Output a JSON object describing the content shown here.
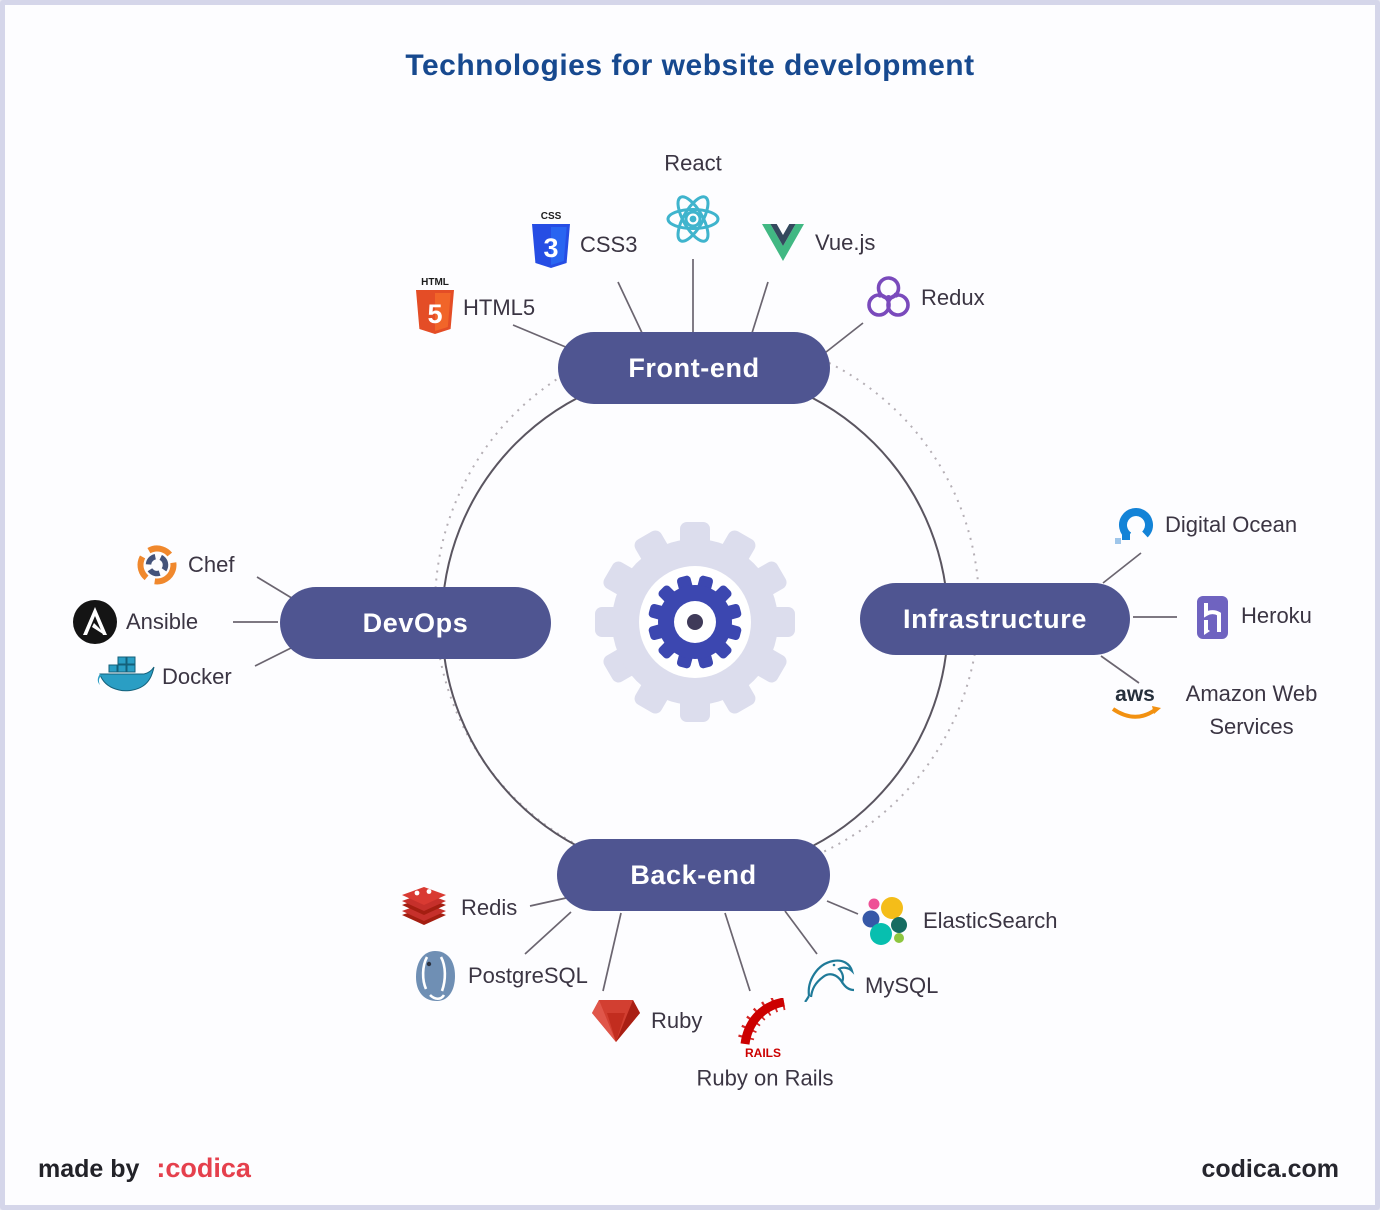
{
  "title": "Technologies for website development",
  "center": {
    "icon": "gear-icon"
  },
  "colors": {
    "background": "#fdfdff",
    "border": "#d5d6ea",
    "title": "#17498f",
    "pill": "#4f5591",
    "pill_text": "#ffffff",
    "label_text": "#3b3543",
    "connector": "#6b6570",
    "circle_solid": "#5a5560",
    "circle_dotted": "#b5afb5",
    "brand_red": "#e5404d"
  },
  "categories": [
    {
      "label": "Front-end",
      "items": [
        {
          "name": "HTML5",
          "icon": "html5-icon"
        },
        {
          "name": "CSS3",
          "icon": "css3-icon"
        },
        {
          "name": "React",
          "icon": "react-icon"
        },
        {
          "name": "Vue.js",
          "icon": "vuejs-icon"
        },
        {
          "name": "Redux",
          "icon": "redux-icon"
        }
      ]
    },
    {
      "label": "DevOps",
      "items": [
        {
          "name": "Chef",
          "icon": "chef-icon"
        },
        {
          "name": "Ansible",
          "icon": "ansible-icon"
        },
        {
          "name": "Docker",
          "icon": "docker-icon"
        }
      ]
    },
    {
      "label": "Infrastructure",
      "items": [
        {
          "name": "Digital Ocean",
          "icon": "digital-ocean-icon"
        },
        {
          "name": "Heroku",
          "icon": "heroku-icon"
        },
        {
          "name": "Amazon Web Services",
          "icon": "aws-icon"
        }
      ]
    },
    {
      "label": "Back-end",
      "items": [
        {
          "name": "Redis",
          "icon": "redis-icon"
        },
        {
          "name": "PostgreSQL",
          "icon": "postgresql-icon"
        },
        {
          "name": "Ruby",
          "icon": "ruby-icon"
        },
        {
          "name": "Ruby on Rails",
          "icon": "rails-icon"
        },
        {
          "name": "MySQL",
          "icon": "mysql-icon"
        },
        {
          "name": "ElasticSearch",
          "icon": "elasticsearch-icon"
        }
      ]
    }
  ],
  "footer": {
    "made_by": "made by",
    "brand": ":codica",
    "site": "codica.com"
  }
}
